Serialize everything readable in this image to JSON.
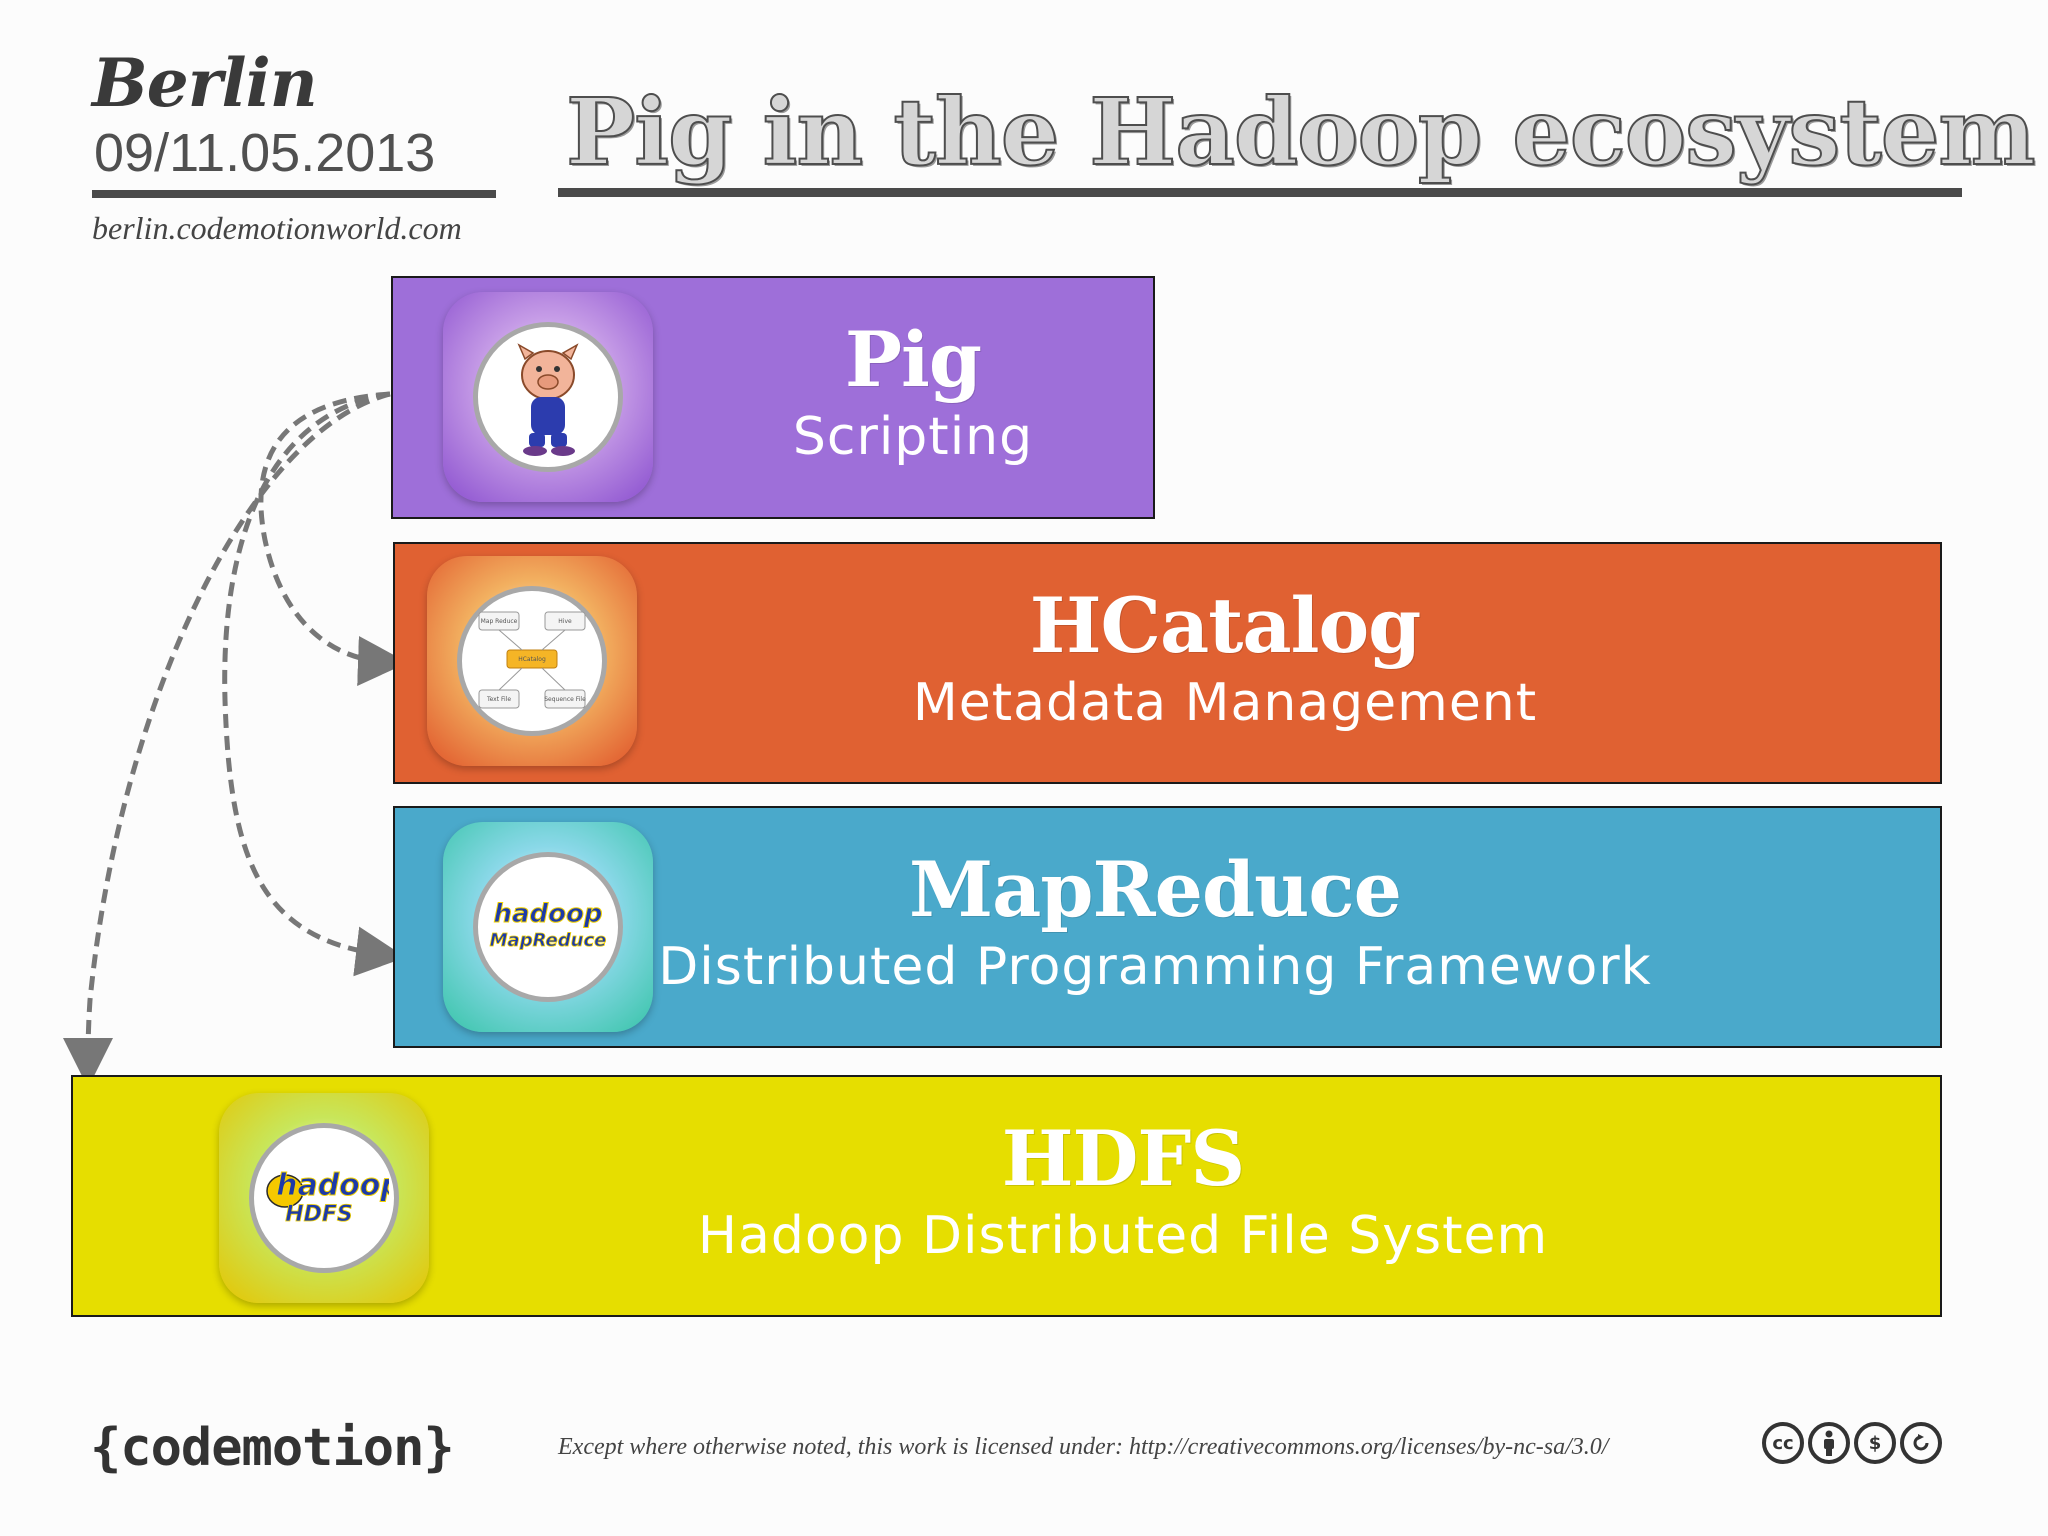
{
  "header": {
    "city": "Berlin",
    "date": "09/11.05.2013",
    "site": "berlin.codemotionworld.com",
    "title": "Pig in the Hadoop ecosystem"
  },
  "layers": [
    {
      "name": "Pig",
      "description": "Scripting",
      "color": "#9e6fd9",
      "icon": "pig-mascot-icon"
    },
    {
      "name": "HCatalog",
      "description": "Metadata Management",
      "color": "#e06132",
      "icon": "hcatalog-diagram-icon"
    },
    {
      "name": "MapReduce",
      "description": "Distributed Programming Framework",
      "color": "#4aa9cb",
      "icon": "hadoop-mapreduce-icon",
      "icon_text": [
        "hadoop",
        "MapReduce"
      ]
    },
    {
      "name": "HDFS",
      "description": "Hadoop Distributed File System",
      "color": "#e6de00",
      "icon": "hadoop-hdfs-icon",
      "icon_text": [
        "hadoop",
        "HDFS"
      ]
    }
  ],
  "hcatalog_icon_labels": [
    "Map Reduce",
    "Hive",
    "HCatalog",
    "Text File",
    "Sequence File"
  ],
  "footer": {
    "brand": "{codemotion}",
    "license": "Except where otherwise noted, this work is licensed under: http://creativecommons.org/licenses/by-nc-sa/3.0/",
    "cc_icons": [
      "cc-icon",
      "attribution-icon",
      "noncommercial-icon",
      "sharealike-icon"
    ]
  },
  "connections": [
    {
      "from": "Pig",
      "to": "HCatalog"
    },
    {
      "from": "Pig",
      "to": "MapReduce"
    },
    {
      "from": "Pig",
      "to": "HDFS"
    }
  ]
}
